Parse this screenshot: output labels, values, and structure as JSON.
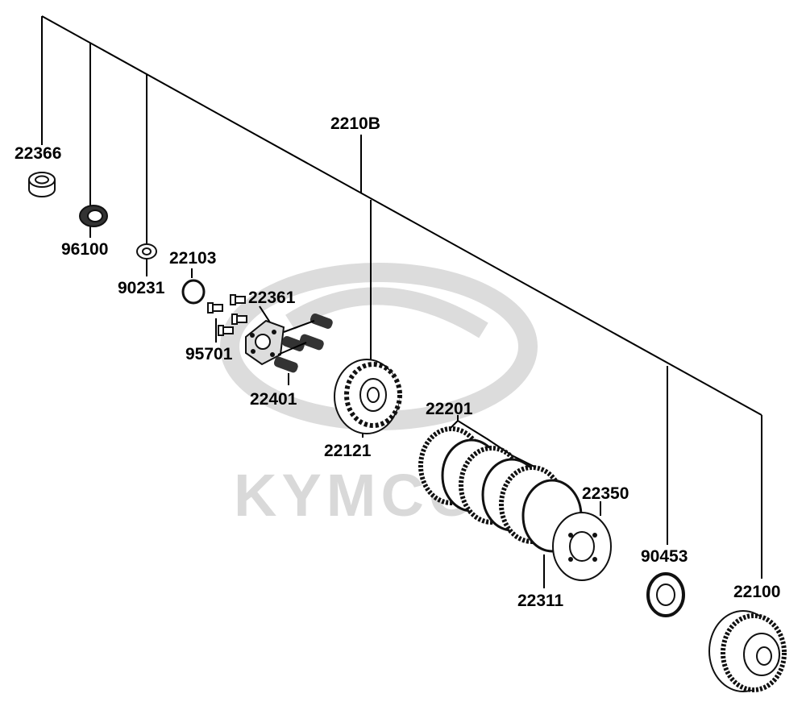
{
  "watermark": {
    "text": "KYMCO"
  },
  "labels": {
    "p22366": "22366",
    "p96100": "96100",
    "p90231": "90231",
    "p22103": "22103",
    "p22361": "22361",
    "p95701": "95701",
    "p22401": "22401",
    "p2210B": "2210B",
    "p22121": "22121",
    "p22201": "22201",
    "p22350": "22350",
    "p22311": "22311",
    "p90453": "90453",
    "p22100": "22100"
  }
}
